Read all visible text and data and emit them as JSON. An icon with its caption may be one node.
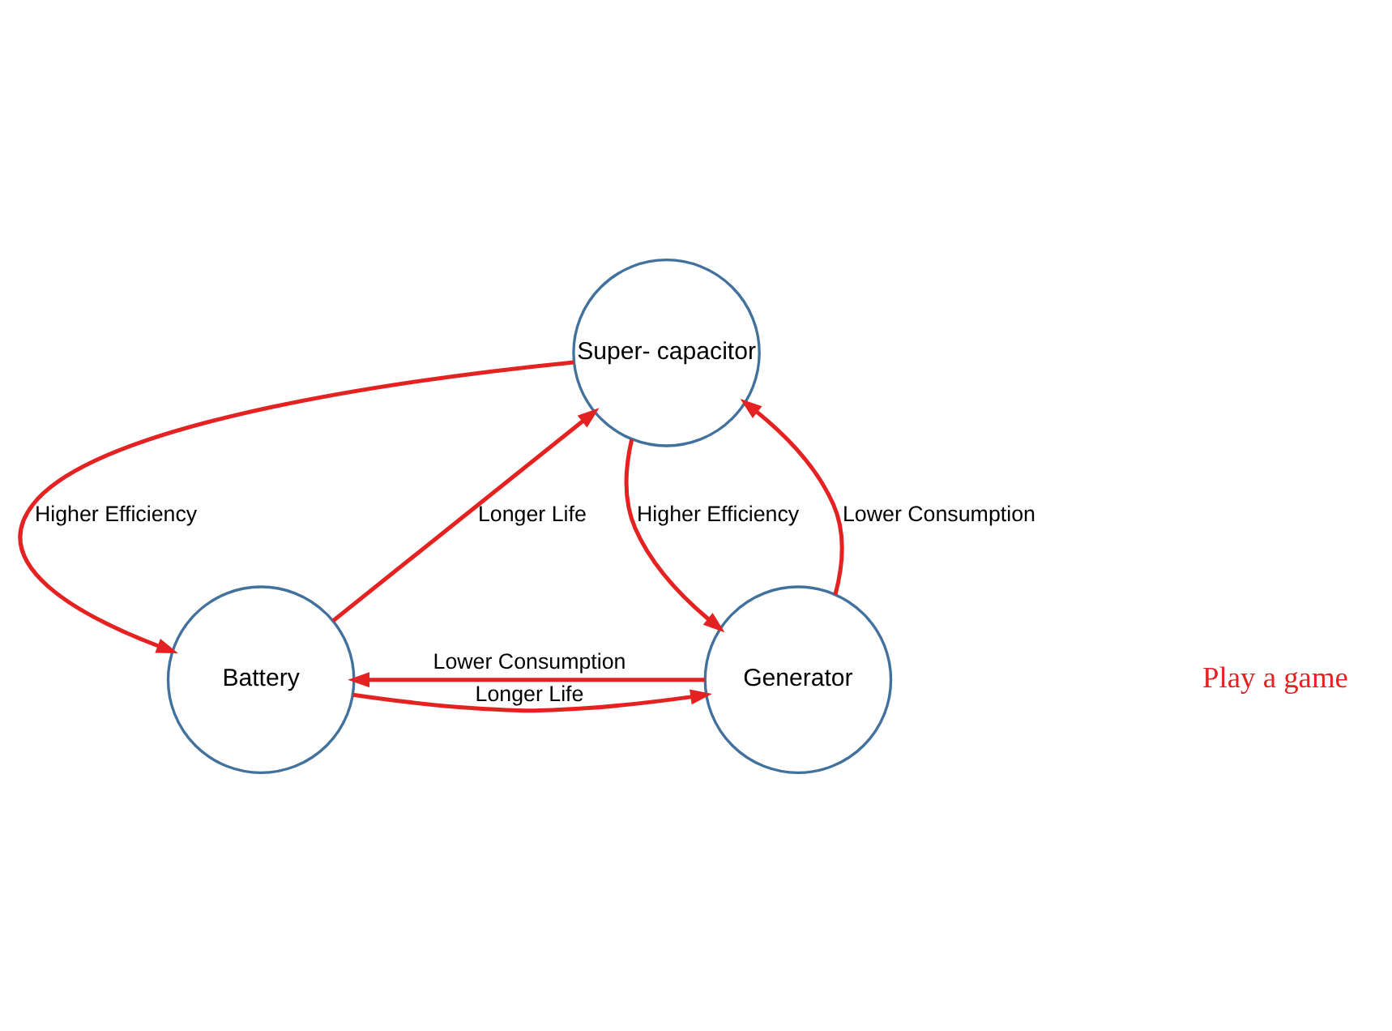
{
  "diagram": {
    "nodes": [
      {
        "text": [
          "Super- capacitor"
        ]
      },
      {
        "text": [
          "Battery"
        ]
      },
      {
        "text": [
          "Generator"
        ]
      }
    ],
    "edges": [
      {
        "from": 0,
        "to": 1,
        "arrow": "to",
        "label": "Higher Efficiency"
      },
      {
        "from": 1,
        "to": 0,
        "arrow": "to",
        "label": "Longer Life"
      },
      {
        "from": 0,
        "to": 2,
        "arrow": "to",
        "label": "Higher Efficiency"
      },
      {
        "from": 2,
        "to": 0,
        "arrow": "to",
        "label": "Lower Consumption"
      },
      {
        "from": 1,
        "to": 2,
        "arrow": "to",
        "label": "Longer Life"
      },
      {
        "from": 2,
        "to": 1,
        "arrow": "to",
        "label": "Lower Consumption"
      }
    ],
    "labels": [
      "Play a game"
    ]
  }
}
